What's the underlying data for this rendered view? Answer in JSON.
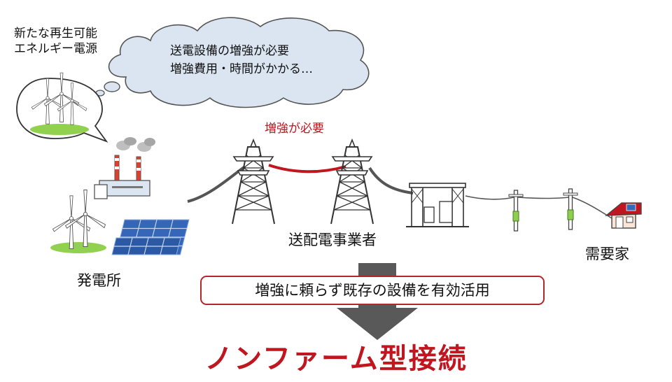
{
  "diagram": {
    "renewable_source_label": "新たな再生可能\nエネルギー電源",
    "cloud_text": "送電設備の増強が必要\n増強費用・時間がかかる…",
    "reinforcement_label": "増強が必要",
    "power_plant_label": "発電所",
    "tso_label": "送配電事業者",
    "consumer_label": "需要家",
    "policy_text": "増強に頼らず既存の設備を有効活用",
    "title": "ノンファーム型接続",
    "colors": {
      "accent_red": "#c0161f",
      "cloud_fill": "#dbe5f1",
      "box_border": "#b5262c",
      "arrow_gray": "#595959",
      "grass_green": "#92d050"
    },
    "icons": [
      "wind-turbine-icon",
      "factory-icon",
      "solar-panel-icon",
      "transmission-tower-icon",
      "substation-icon",
      "utility-pole-icon",
      "house-icon"
    ]
  }
}
